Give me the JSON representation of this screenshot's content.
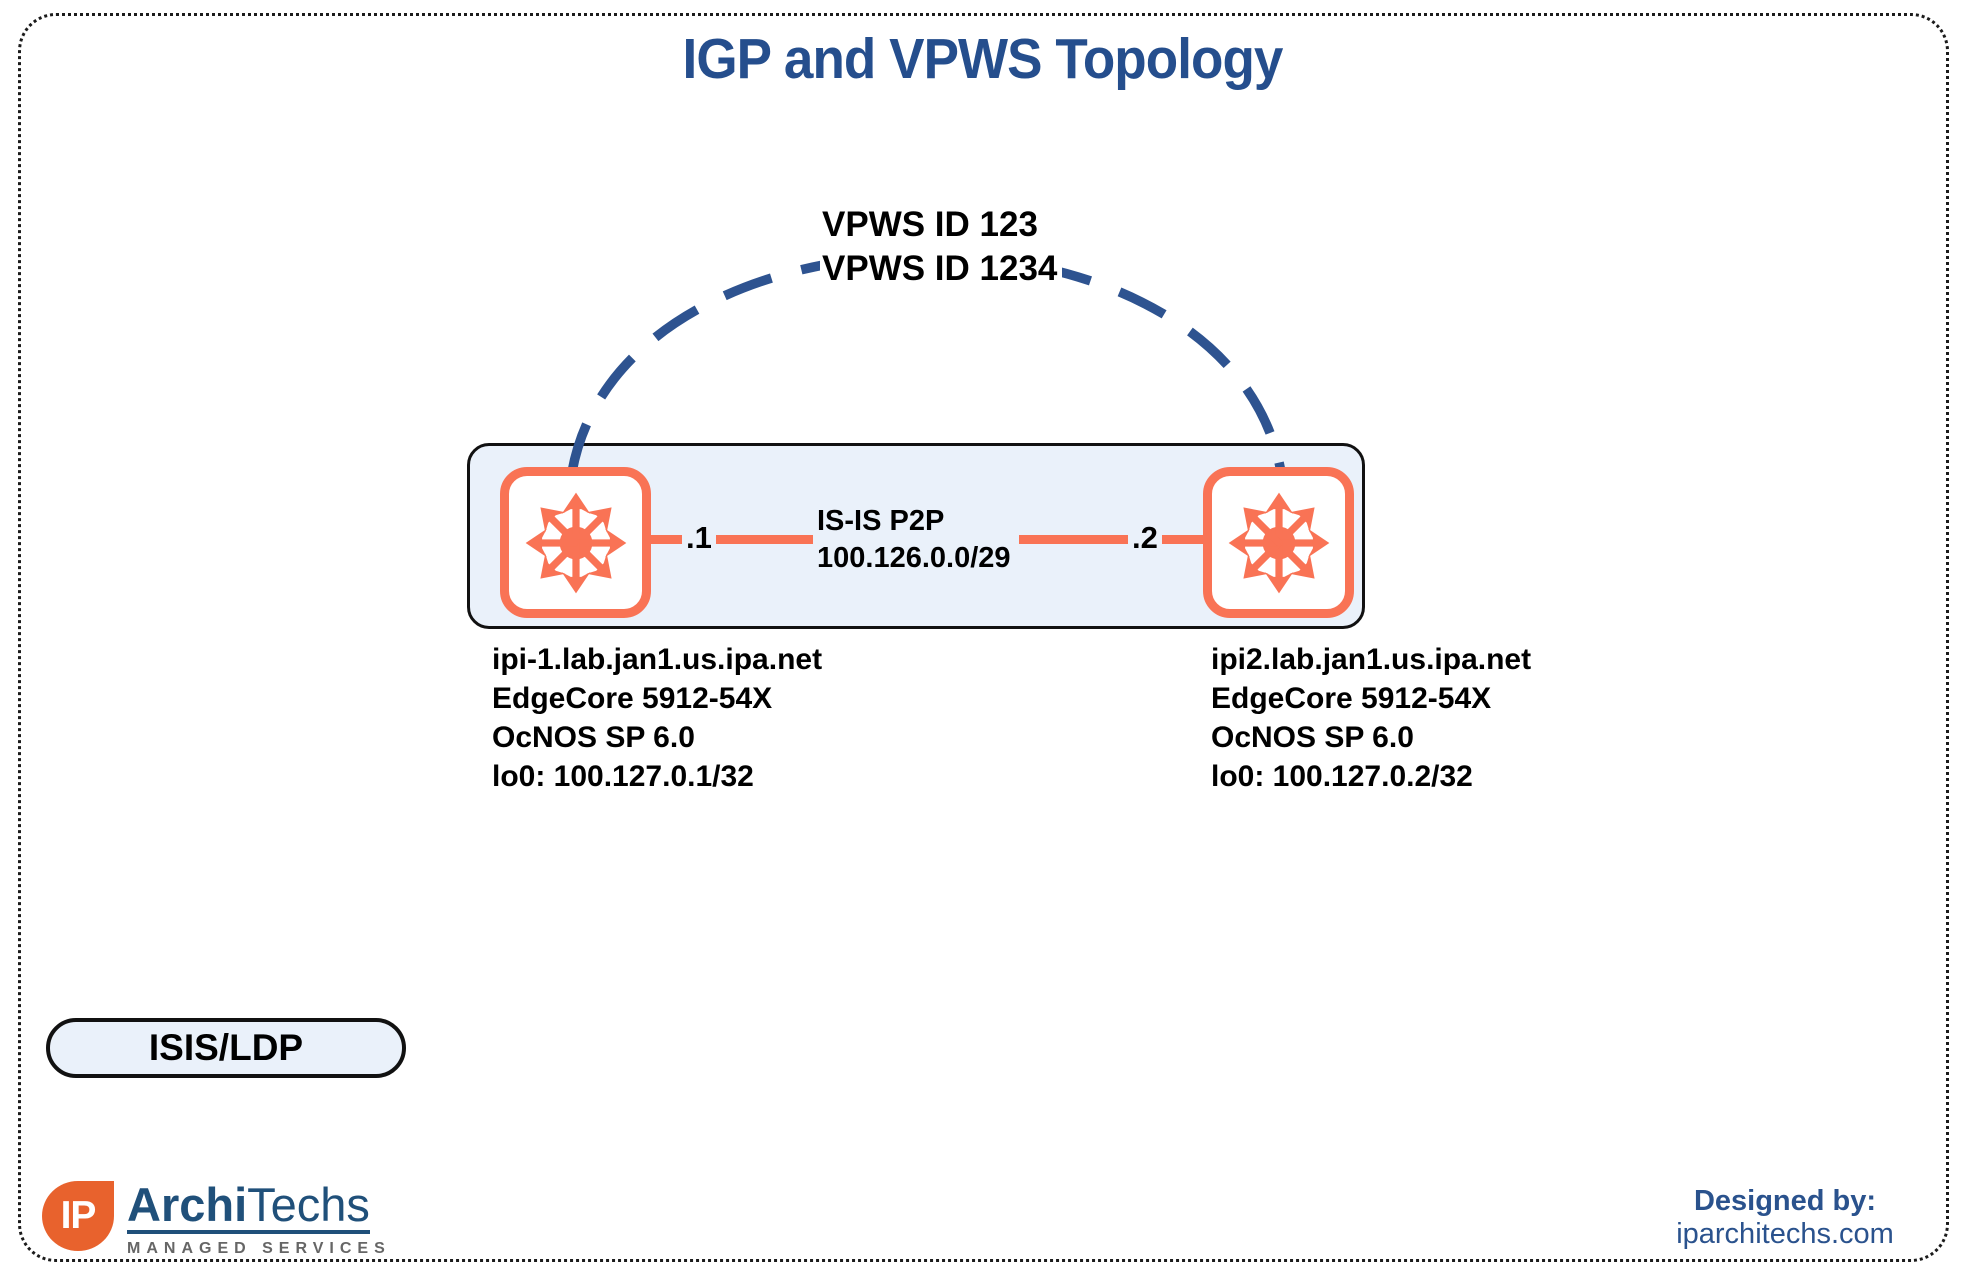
{
  "title": "IGP and VPWS Topology",
  "vpws": {
    "line1": "VPWS ID 123",
    "line2": "VPWS ID 1234"
  },
  "link": {
    "left_iface": ".1",
    "right_iface": ".2",
    "protocol": "IS-IS P2P",
    "subnet": "100.126.0.0/29"
  },
  "routers": {
    "left": {
      "hostname": "ipi-1.lab.jan1.us.ipa.net",
      "hardware": "EdgeCore 5912-54X",
      "software": "OcNOS SP 6.0",
      "loopback": "lo0: 100.127.0.1/32"
    },
    "right": {
      "hostname": "ipi2.lab.jan1.us.ipa.net",
      "hardware": "EdgeCore 5912-54X",
      "software": "OcNOS SP 6.0",
      "loopback": "lo0: 100.127.0.2/32"
    }
  },
  "legend": {
    "label": "ISIS/LDP"
  },
  "footer": {
    "logo": {
      "monogram": "IP",
      "name_bold": "Archi",
      "name_light": "Techs",
      "tagline": "MANAGED SERVICES"
    },
    "designed_by": {
      "label": "Designed by:",
      "site": "iparchitechs.com"
    }
  },
  "colors": {
    "accent_orange": "#F97355",
    "logo_orange": "#E8622D",
    "title_blue": "#254E8D",
    "arc_blue": "#2E5390",
    "logo_blue": "#20507A",
    "panel_fill": "#EAF1FA",
    "tagline_gray": "#666666"
  },
  "icons": {
    "router": "router-crossroad-arrows-icon"
  }
}
